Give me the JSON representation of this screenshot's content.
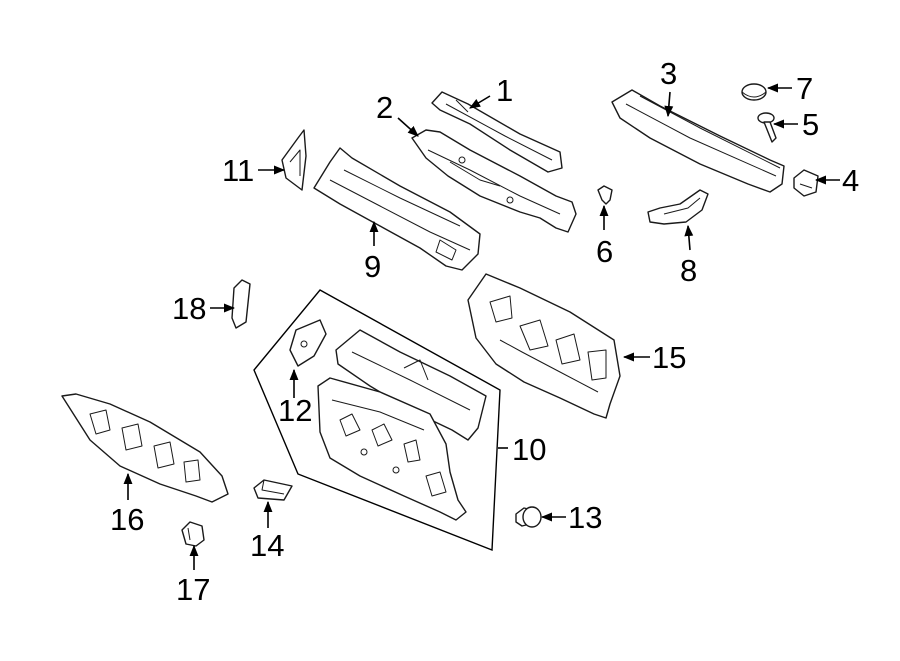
{
  "colors": {
    "line": "#1a1a1a",
    "background": "#ffffff"
  },
  "callouts": {
    "c1": "1",
    "c2": "2",
    "c3": "3",
    "c4": "4",
    "c5": "5",
    "c6": "6",
    "c7": "7",
    "c8": "8",
    "c9": "9",
    "c10": "10",
    "c11": "11",
    "c12": "12",
    "c13": "13",
    "c14": "14",
    "c15": "15",
    "c16": "16",
    "c17": "17",
    "c18": "18"
  }
}
